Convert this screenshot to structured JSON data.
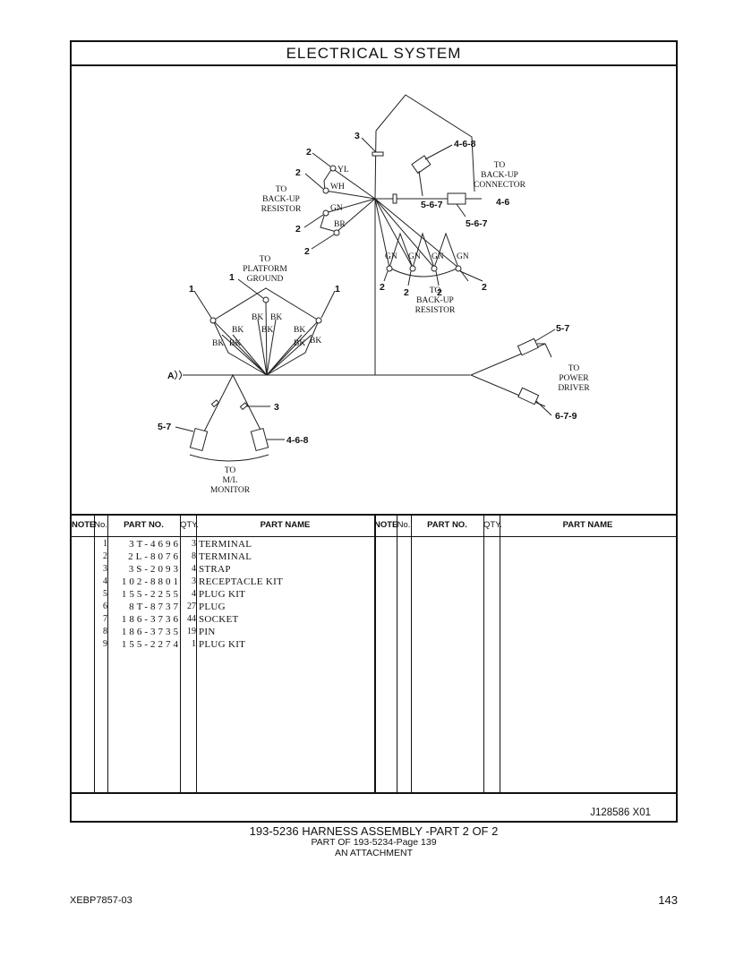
{
  "header": {
    "title": "ELECTRICAL SYSTEM"
  },
  "diagram": {
    "labels": {
      "to_backup_connector": [
        "TO",
        "BACK-UP",
        "CONNECTOR"
      ],
      "to_backup_resistor_left": [
        "TO",
        "BACK-UP",
        "RESISTOR"
      ],
      "to_backup_resistor_right": [
        "TO",
        "BACK-UP",
        "RESISTOR"
      ],
      "to_platform_ground": [
        "TO",
        "PLATFORM",
        "GROUND"
      ],
      "to_power_driver": [
        "TO",
        "POWER",
        "DRIVER"
      ],
      "to_ml_monitor": [
        "TO",
        "M/L",
        "MONITOR"
      ],
      "a_marker": "A",
      "wire_colors": {
        "yl": "YL",
        "wh": "WH",
        "gn": "GN",
        "br": "BR",
        "bk": "BK"
      },
      "callouts": {
        "c468_top": "4-6-8",
        "c567_top": "5-6-7",
        "c3_top": "3",
        "c46": "4-6",
        "c567_mid": "5-6-7",
        "c2": "2",
        "c1": "1",
        "c57_right": "5-7",
        "c679": "6-7-9",
        "c3_bottom": "3",
        "c57_left": "5-7",
        "c468_bottom": "4-6-8"
      }
    }
  },
  "table": {
    "headers": {
      "note": "NOTE",
      "no": "No.",
      "part_no": "PART NO.",
      "qty": "QTY.",
      "part_name": "PART NAME"
    },
    "rows": [
      {
        "no": "1",
        "part_no": "3T-4696",
        "qty": "3",
        "name": "TERMINAL"
      },
      {
        "no": "2",
        "part_no": "2L-8076",
        "qty": "8",
        "name": "TERMINAL"
      },
      {
        "no": "3",
        "part_no": "3S-2093",
        "qty": "4",
        "name": "STRAP"
      },
      {
        "no": "4",
        "part_no": "102-8801",
        "qty": "3",
        "name": "RECEPTACLE KIT"
      },
      {
        "no": "5",
        "part_no": "155-2255",
        "qty": "4",
        "name": "PLUG KIT"
      },
      {
        "no": "6",
        "part_no": "8T-8737",
        "qty": "27",
        "name": "PLUG"
      },
      {
        "no": "7",
        "part_no": "186-3736",
        "qty": "44",
        "name": "SOCKET"
      },
      {
        "no": "8",
        "part_no": "186-3735",
        "qty": "19",
        "name": "PIN"
      },
      {
        "no": "9",
        "part_no": "155-2274",
        "qty": "1",
        "name": "PLUG KIT"
      }
    ]
  },
  "footer": {
    "illustration_id": "J128586  X01",
    "caption_line1": "193-5236 HARNESS ASSEMBLY -PART 2 OF 2",
    "caption_line2": "PART OF 193-5234-Page 139",
    "caption_line3": "AN ATTACHMENT",
    "doc_code": "XEBP7857-03",
    "page_number": "143"
  }
}
